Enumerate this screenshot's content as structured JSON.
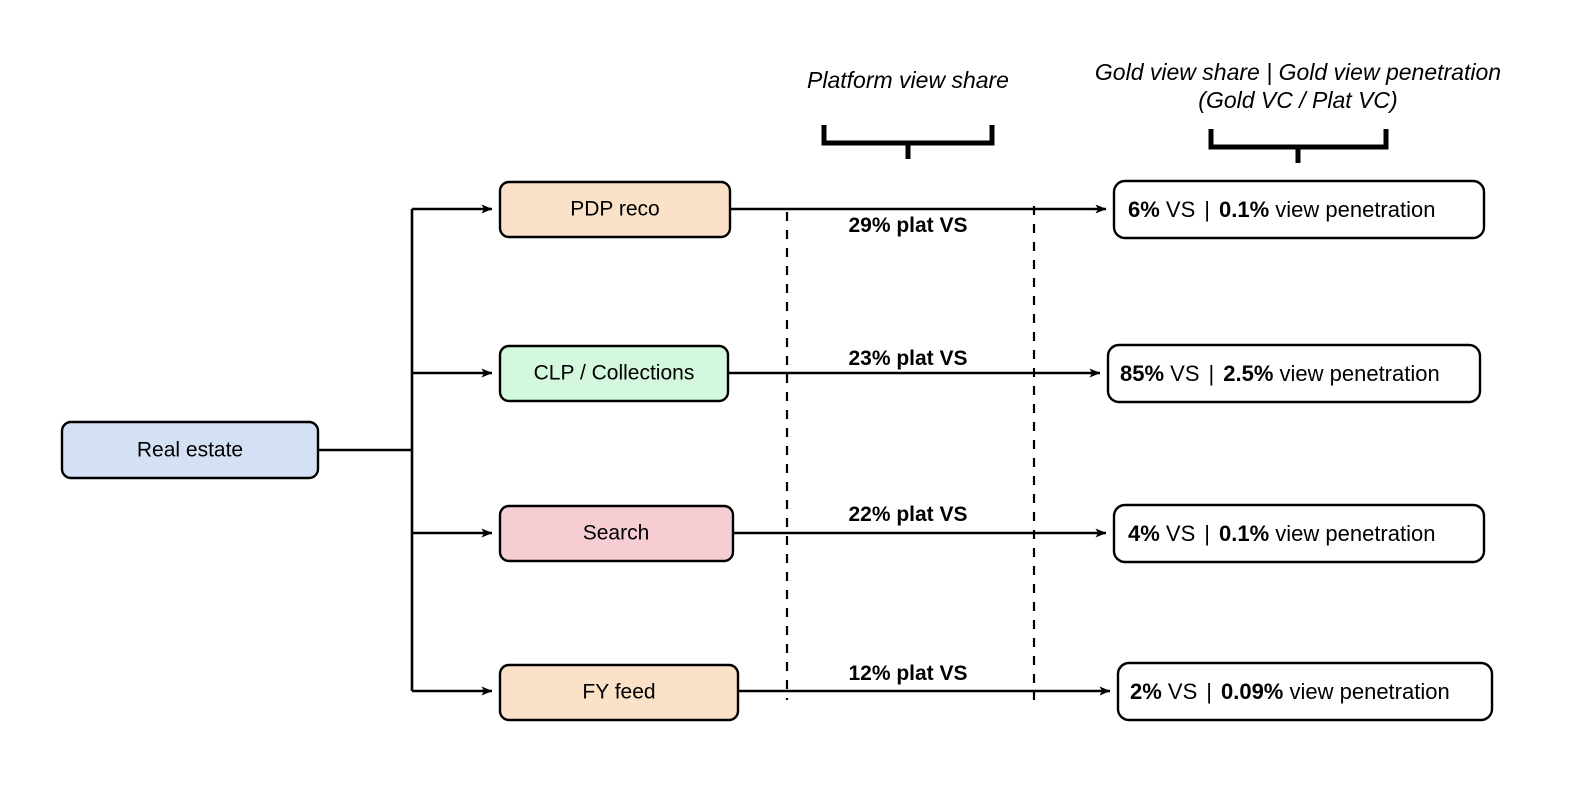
{
  "diagram": {
    "title_column_headers": [
      {
        "id": "platform-view-share",
        "lines": [
          "Platform view share"
        ]
      },
      {
        "id": "gold-view",
        "lines": [
          "Gold view share |  Gold view penetration",
          "(Gold VC / Plat VC)"
        ]
      }
    ],
    "root": {
      "label": "Real estate",
      "fill": "#d4e1f5",
      "stroke": "#000000"
    },
    "branches": [
      {
        "id": "pdp-reco",
        "label": "PDP reco",
        "fill": "#fae1c8",
        "flow_label": "29% plat VS",
        "result": {
          "gold_view_share": "6%",
          "share_suffix": " VS",
          "separator": "|",
          "gold_view_penetration": "0.1%",
          "penetration_suffix": " view penetration"
        }
      },
      {
        "id": "clp-collections",
        "label": "CLP / Collections",
        "fill": "#d4f8de",
        "flow_label": "23% plat VS",
        "result": {
          "gold_view_share": "85%",
          "share_suffix": " VS",
          "separator": "|",
          "gold_view_penetration": "2.5%",
          "penetration_suffix": " view penetration"
        }
      },
      {
        "id": "search",
        "label": "Search",
        "fill": "#f5cdd2",
        "flow_label": "22% plat VS",
        "result": {
          "gold_view_share": "4%",
          "share_suffix": " VS",
          "separator": "|",
          "gold_view_penetration": "0.1%",
          "penetration_suffix": " view penetration"
        }
      },
      {
        "id": "fy-feed",
        "label": "FY feed",
        "fill": "#fae1c8",
        "flow_label": "12% plat VS",
        "result": {
          "gold_view_share": "2%",
          "share_suffix": " VS",
          "separator": "|",
          "gold_view_penetration": "0.09%",
          "penetration_suffix": " view penetration"
        }
      }
    ]
  },
  "colors": {
    "line": "#000000",
    "background": "#ffffff"
  }
}
